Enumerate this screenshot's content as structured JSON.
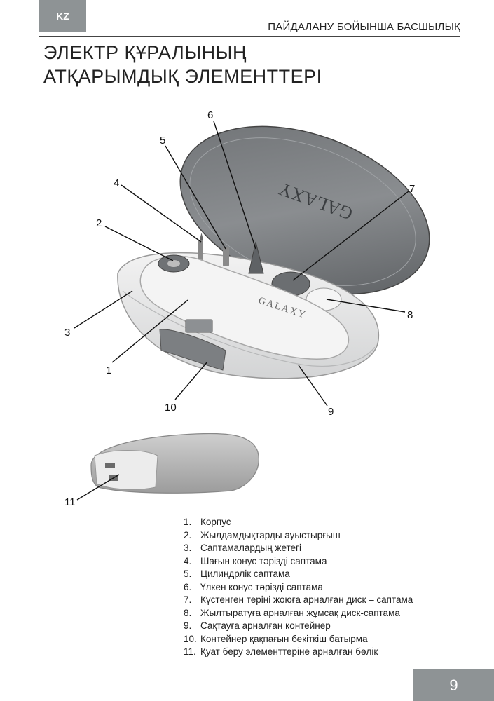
{
  "header": {
    "lang": "KZ",
    "section": "ПАЙДАЛАНУ БОЙЫНША БАСШЫЛЫҚ"
  },
  "title": {
    "line1": "ЭЛЕКТР ҚҰРАЛЫНЫҢ",
    "line2": "АТҚАРЫМДЫҚ ЭЛЕМЕНТТЕРІ"
  },
  "figure": {
    "brand_lid": "GALAXY",
    "brand_body": "GALAXY",
    "callouts": [
      "1",
      "2",
      "3",
      "4",
      "5",
      "6",
      "7",
      "8",
      "9",
      "10",
      "11"
    ]
  },
  "parts": [
    {
      "num": "1.",
      "label": "Корпус"
    },
    {
      "num": "2.",
      "label": "Жылдамдықтарды ауыстырғыш"
    },
    {
      "num": "3.",
      "label": "Саптамалардың жетегі"
    },
    {
      "num": "4.",
      "label": "Шағын конус тәрізді саптама"
    },
    {
      "num": "5.",
      "label": "Цилиндрлік саптама"
    },
    {
      "num": "6.",
      "label": "Үлкен конус тәрізді саптама"
    },
    {
      "num": "7.",
      "label": "Күстенген теріні жоюға арналған диск – саптама"
    },
    {
      "num": "8.",
      "label": "Жылтыратуға арналған жұмсақ диск-саптама"
    },
    {
      "num": "9.",
      "label": "Сақтауға арналған контейнер"
    },
    {
      "num": "10.",
      "label": "Контейнер қақпағын бекіткіш батырма"
    },
    {
      "num": "11.",
      "label": "Қуат беру элементтеріне арналған бөлік"
    }
  ],
  "page_number": "9"
}
